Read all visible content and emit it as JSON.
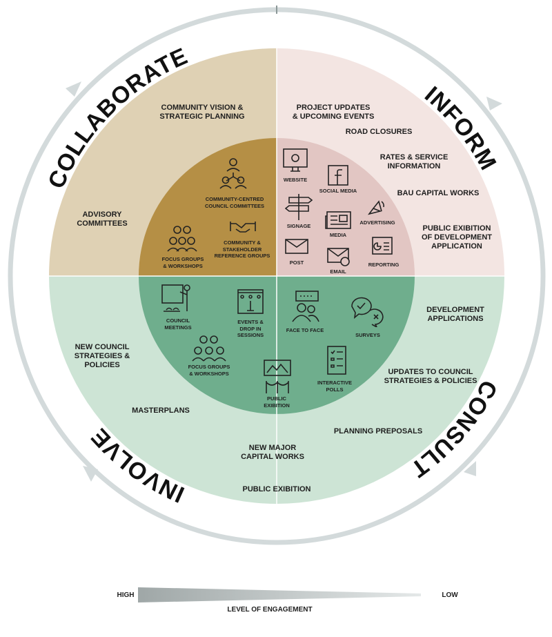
{
  "colors": {
    "collaborate_outer": "#dfd1b4",
    "collaborate_inner": "#b58f45",
    "inform_outer": "#f3e5e2",
    "inform_inner": "#e2c6c3",
    "involve_outer": "#cde4d5",
    "involve_inner": "#6fae8d",
    "ring": "#d3dadb"
  },
  "titles": {
    "collaborate": "COLLABORATE",
    "inform": "INFORM",
    "consult": "CONSULT",
    "involve": "INVOLVE"
  },
  "collaborate": {
    "outer": [
      "COMMUNITY VISION &\nSTRATEGIC PLANNING",
      "ADVISORY\nCOMMITTEES"
    ],
    "inner": [
      "COMMUNITY-CENTRED\nCOUNCIL COMMITTEES",
      "FOCUS GROUPS\n& WORKSHOPS",
      "COMMUNITY &\nSTAKEHOLDER\nREFERENCE GROUPS"
    ]
  },
  "inform": {
    "outer": [
      "PROJECT UPDATES\n& UPCOMING EVENTS",
      "ROAD CLOSURES",
      "RATES & SERVICE\nINFORMATION",
      "BAU CAPITAL WORKS",
      "PUBLIC EXIBITION\nOF DEVELOPMENT\nAPPLICATION"
    ],
    "inner": [
      "WEBSITE",
      "SOCIAL MEDIA",
      "SIGNAGE",
      "MEDIA",
      "ADVERTISING",
      "POST",
      "EMAIL",
      "REPORTING"
    ]
  },
  "involve": {
    "outer": [
      "NEW COUNCIL\nSTRATEGIES &\nPOLICIES",
      "MASTERPLANS",
      "NEW MAJOR\nCAPITAL WORKS",
      "PUBLIC EXIBITION"
    ],
    "inner": [
      "COUNCIL\nMEETINGS",
      "EVENTS &\nDROP IN\nSESSIONS",
      "FOCUS GROUPS\n& WORKSHOPS",
      "PUBLIC\nEXIBITION"
    ]
  },
  "consult": {
    "outer": [
      "DEVELOPMENT\nAPPLICATIONS",
      "UPDATES TO COUNCIL\nSTRATEGIES & POLICIES",
      "PLANNING PREPOSALS"
    ],
    "inner": [
      "FACE TO FACE",
      "SURVEYS",
      "INTERACTIVE\nPOLLS"
    ]
  },
  "scale": {
    "high": "HIGH",
    "low": "LOW",
    "label": "LEVEL OF ENGAGEMENT"
  }
}
